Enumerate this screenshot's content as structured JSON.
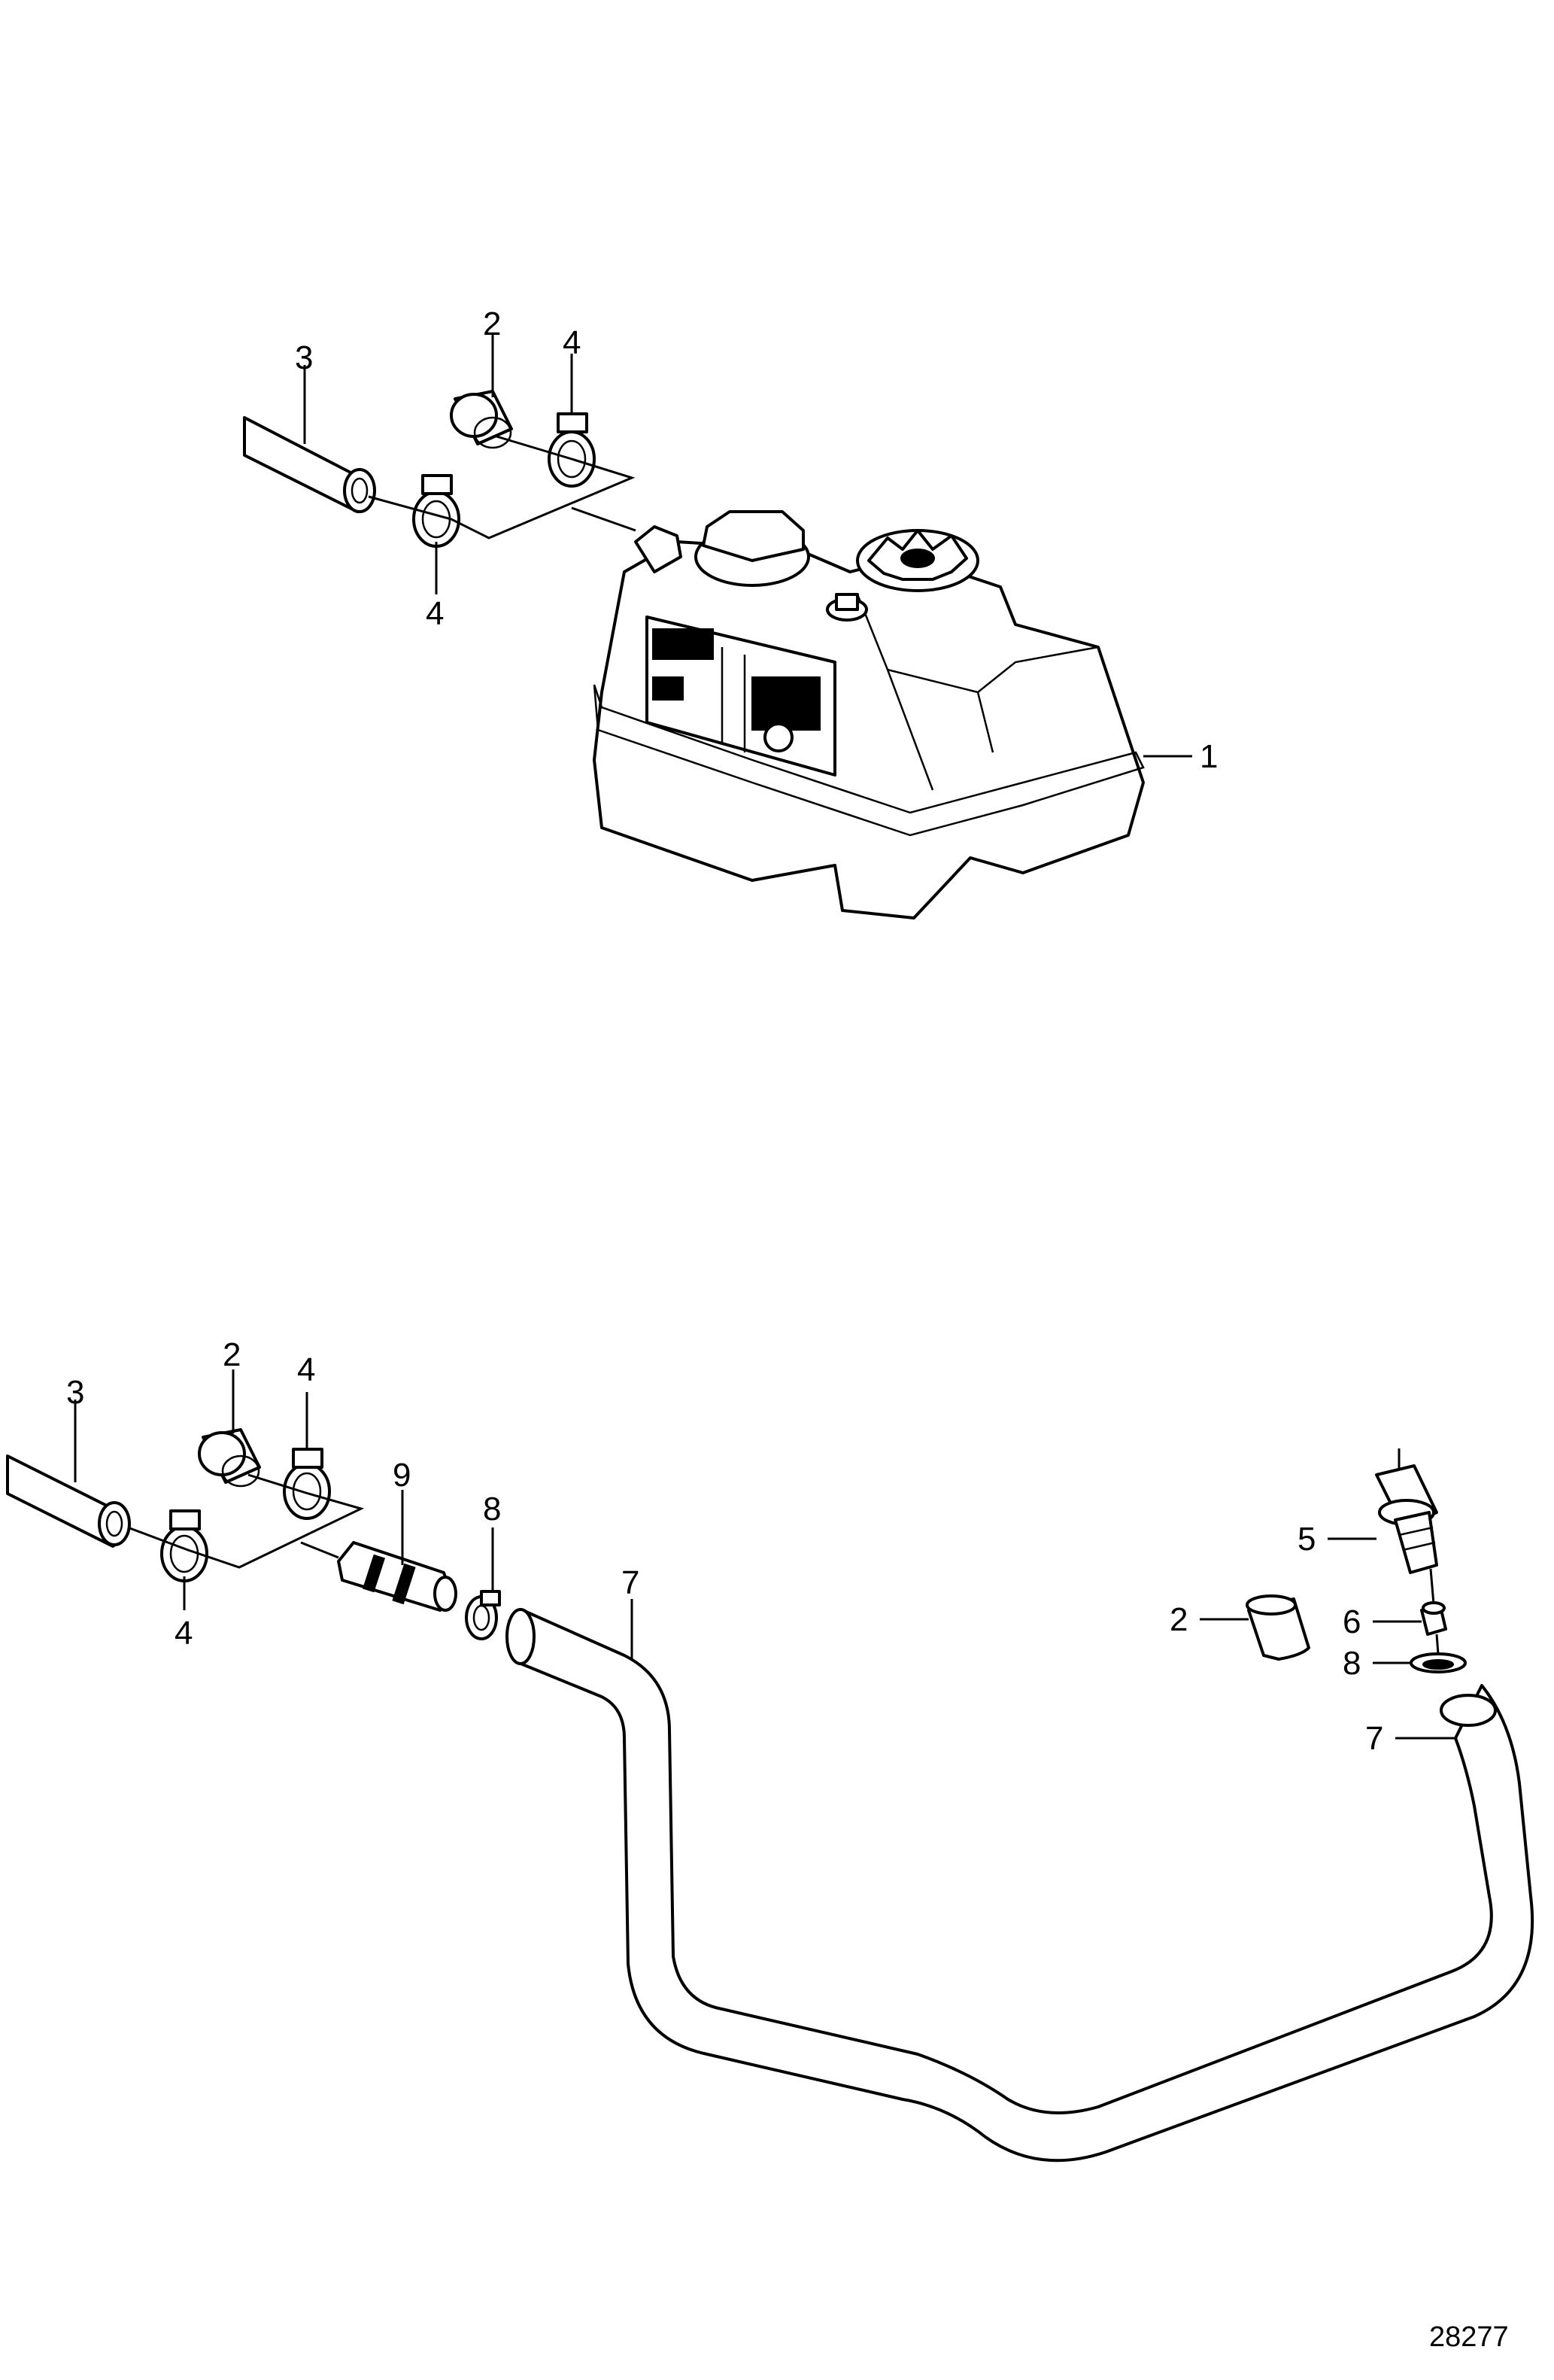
{
  "figure_number": "28277",
  "upper_group": {
    "callouts": {
      "tank": "1",
      "plug": "2",
      "hose": "3",
      "clamp_top": "4",
      "clamp_bottom": "4"
    }
  },
  "lower_group": {
    "callouts": {
      "plug_left": "2",
      "hose_left": "3",
      "clamp_top": "4",
      "clamp_bottom": "4",
      "sensor": "5",
      "adapter": "6",
      "clamp_right": "8",
      "clamp_left": "8",
      "hose_long": "7",
      "hose_long_right": "7",
      "connector": "9",
      "plug_right": "2"
    }
  }
}
